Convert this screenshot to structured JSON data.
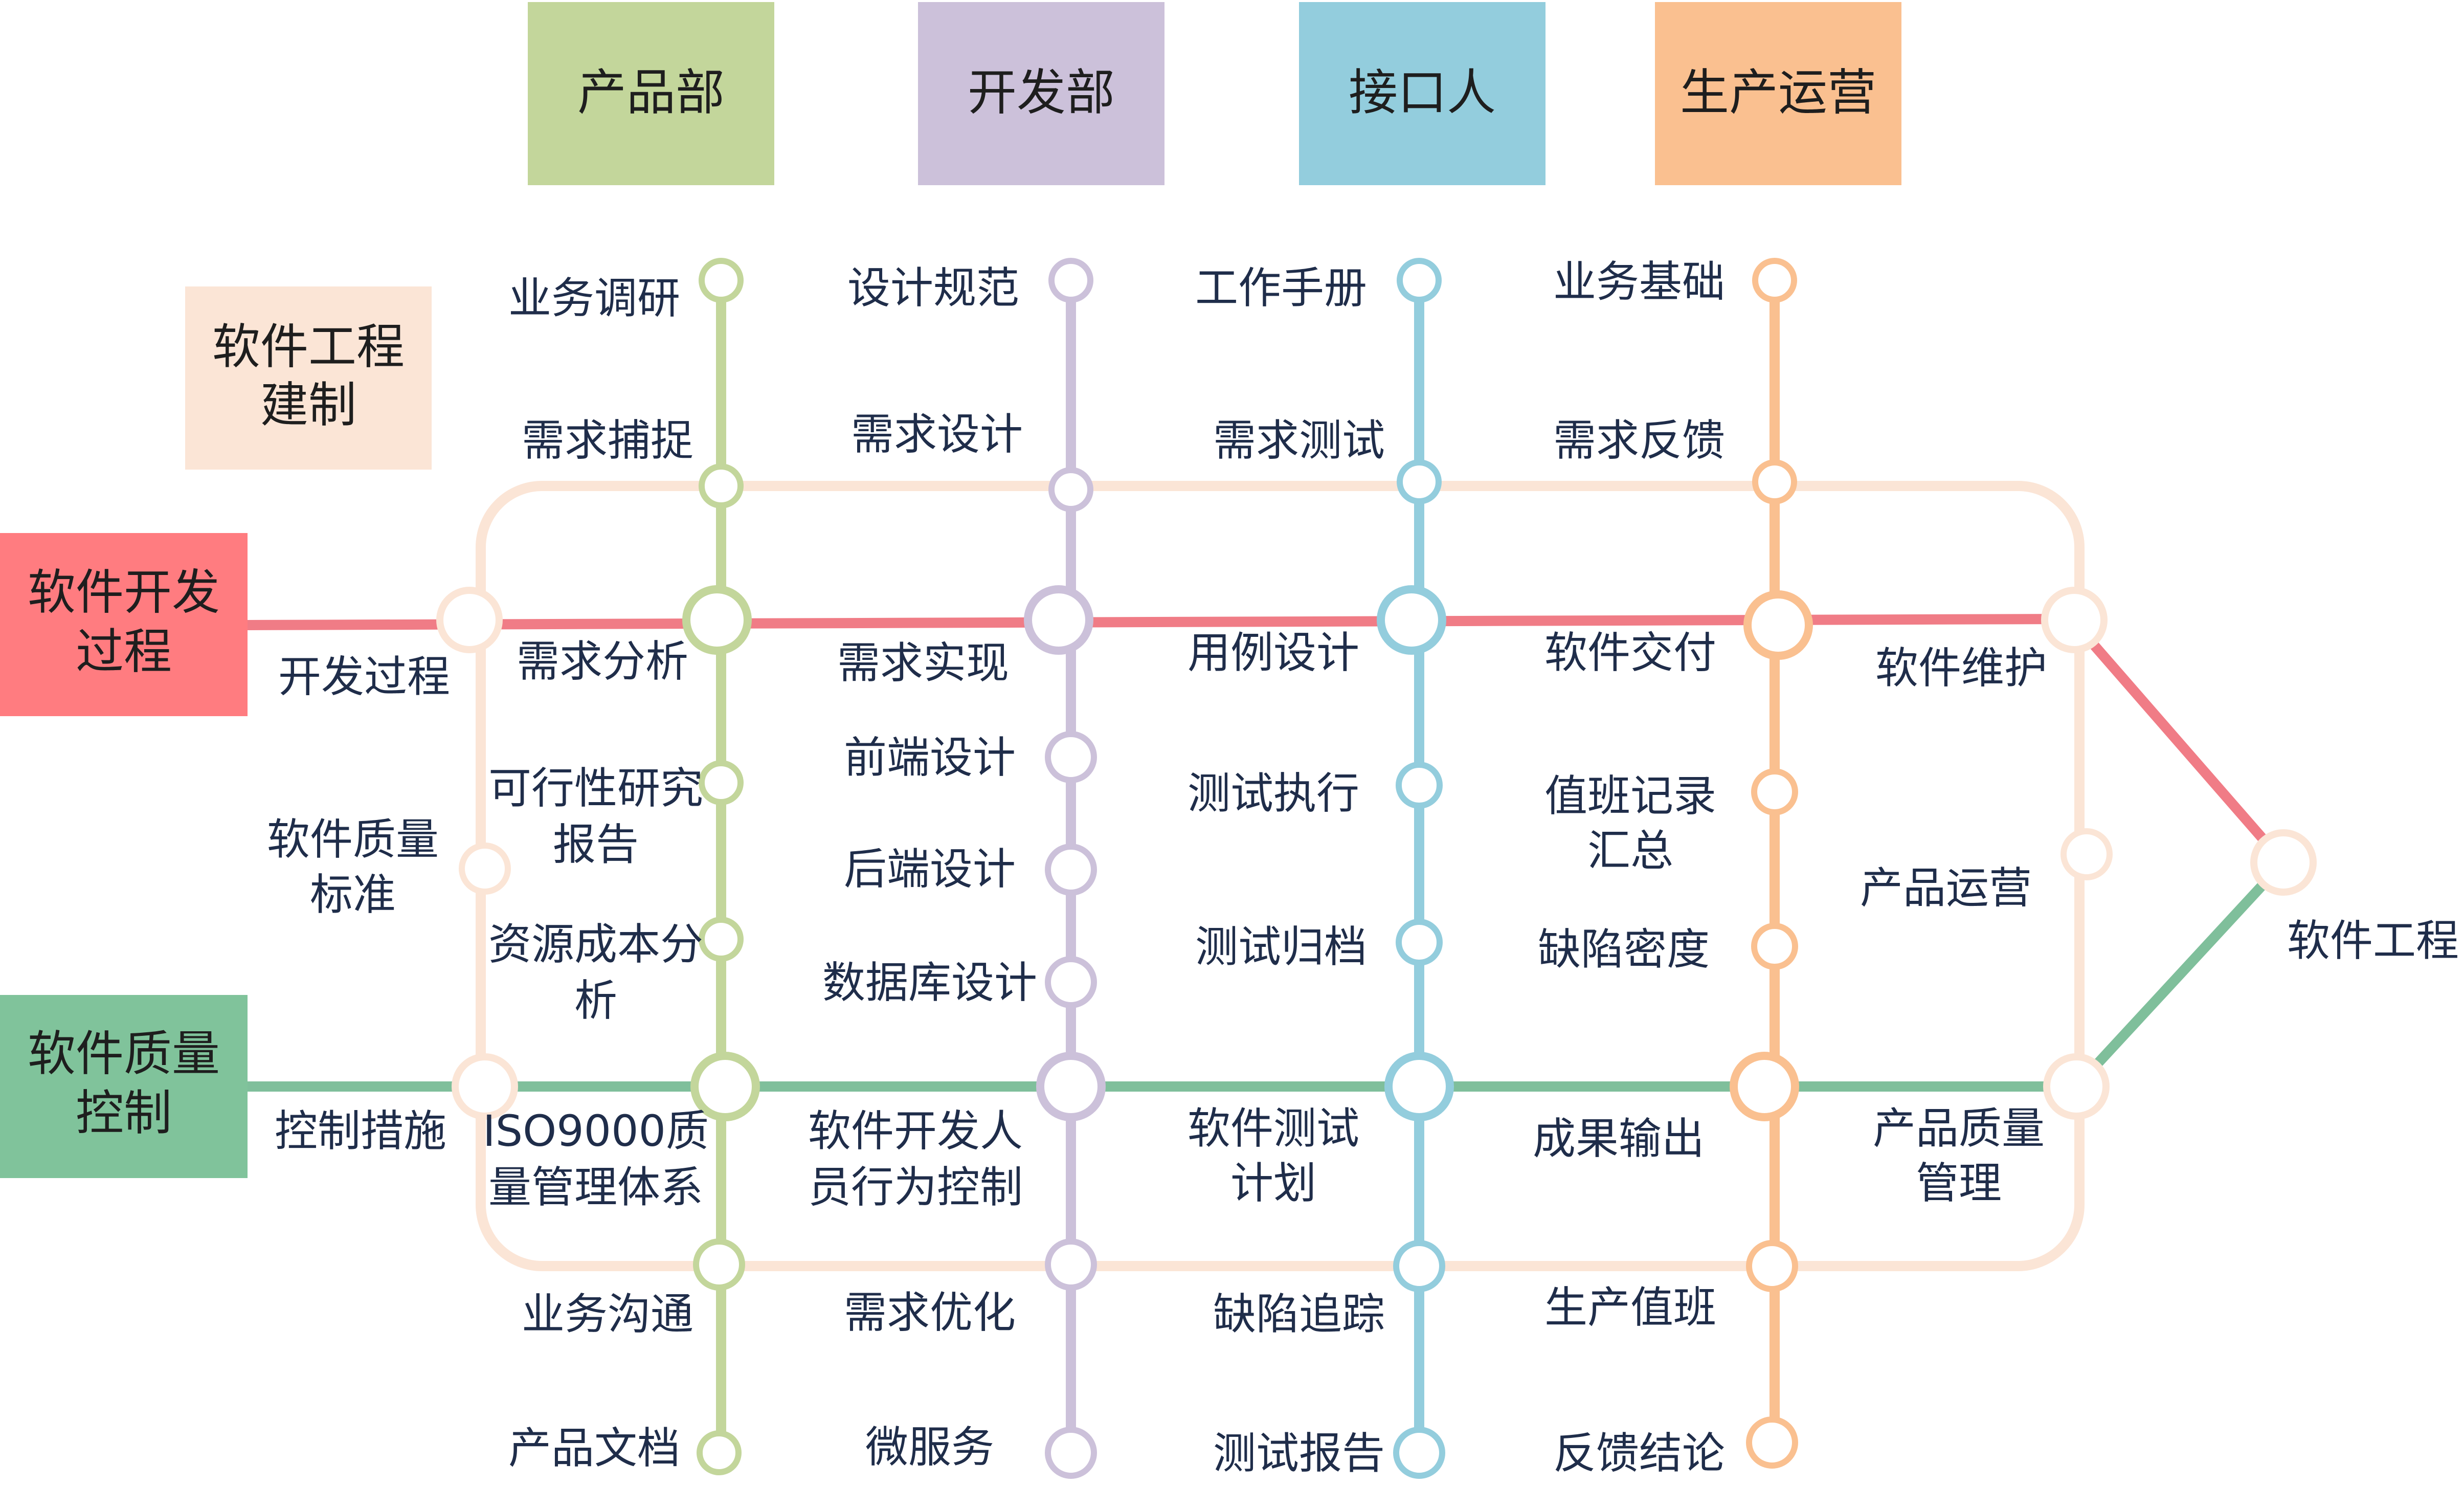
{
  "departments": [
    {
      "label": "产品部",
      "color": "#c3d69b"
    },
    {
      "label": "开发部",
      "color": "#ccc1da"
    },
    {
      "label": "接口人",
      "color": "#93cddd"
    },
    {
      "label": "生产运营",
      "color": "#fac090"
    }
  ],
  "categories": {
    "build": {
      "line1": "软件工程",
      "line2": "建制",
      "color": "#fbe5d6"
    },
    "dev": {
      "line1": "软件开发",
      "line2": "过程",
      "color": "#ff7c80"
    },
    "quality": {
      "line1": "软件质量",
      "line2": "控制",
      "color": "#80c39b"
    }
  },
  "line_colors": {
    "product": "#c3d69b",
    "dev": "#ccc1da",
    "interface": "#93cddd",
    "ops": "#fac090",
    "dev_process": "#f07c86",
    "quality": "#7fbf9b",
    "loop": "#fbe5d6"
  },
  "columns": {
    "product": [
      "业务调研",
      "需求捕捉",
      "需求分析",
      "可行性研究报告",
      "资源成本分析",
      "ISO9000质量管理体系",
      "业务沟通",
      "产品文档"
    ],
    "dev": [
      "设计规范",
      "需求设计",
      "需求实现",
      "前端设计",
      "后端设计",
      "数据库设计",
      "软件开发人员行为控制",
      "需求优化",
      "微服务"
    ],
    "interface": [
      "工作手册",
      "需求测试",
      "用例设计",
      "测试执行",
      "测试归档",
      "软件测试计划",
      "缺陷追踪",
      "测试报告"
    ],
    "ops": [
      "业务基础",
      "需求反馈",
      "软件交付",
      "值班记录汇总",
      "缺陷密度",
      "成果输出",
      "生产值班",
      "反馈结论"
    ]
  },
  "loop_labels": {
    "dev_process": "开发过程",
    "quality_standard": "软件质量标准",
    "control": "控制措施",
    "maintenance": "软件维护",
    "operation": "产品运营",
    "quality_mgmt": "产品质量管理",
    "terminal": "软件工程"
  }
}
